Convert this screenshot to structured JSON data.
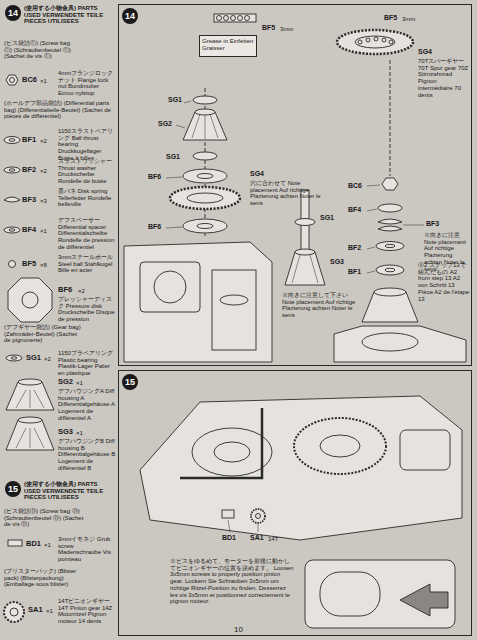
{
  "diagram": {
    "nodes": [
      {
        "text": [
          "14",
          "(使用する小物金具) PARTS USED VERWENDETE TEILE PIECES UTILISEES"
        ]
      },
      {
        "text": [
          "15",
          "(使用する小物金具) PARTS USED VERWENDETE TEILE PIECES UTILISEES"
        ]
      },
      {
        "text": [
          "14"
        ]
      },
      {
        "text": [
          "15"
        ]
      },
      {
        "text": [
          "Grease in Einfetten Graisser"
        ],
        "in": 2
      }
    ],
    "labels": [
      "(ビス袋詰Ⓒ) (Screw bag Ⓒ) (Schraubenbeutel Ⓒ) (Sachet de vis Ⓒ)",
      "BC6",
      "×1",
      "4mmフランジロックナット Flange lock nut Bundmutter Ecrou nylstop",
      "(ホールデフ部品袋詰) (Differential parts bag) (Differentialteile-Beutel) (Sachet de pièces de différentiel)",
      "BF1",
      "×2",
      "1150スラストベアリング Ball thrust bearing Druckkugellager Butée à billes",
      "BF2",
      "×2",
      "スラストワッシャー Thrust washer Druckscheibe Rondelle de butée",
      "BF3",
      "×3",
      "皿バネ Disk spring Tellerfeder Rondelle belleville",
      "BF4",
      "×1",
      "デフスペーサー Differential spacer Differentialscheibe Rondelle de pression de différentiel",
      "BF5",
      "×8",
      "3mmスチールボール Steel ball Stahlkugel Bille en acier",
      "BF6",
      "×2",
      "プレッシャーディスク Pressure disk Druckscheibe Disque de pression",
      "(デフギヤー袋詰) (Gear bag) (Zahnräder-Beutel) (Sachet de pignonerie)",
      "SG1",
      "×2",
      "1150プラベアリング Plastic bearing Plastik-Lager Palier en plastique",
      "SG2",
      "×1",
      "デフハウジングA Diff housing A Differentialgehäuse A Logement de différentiel A",
      "SG3",
      "×1",
      "デフハウジングB Diff housing B Differentialgehäuse B Logement de différentiel B",
      "(ビス袋詰Ⓓ) (Screw bag Ⓓ) (Schraubenbeutel Ⓓ) (Sachet de vis Ⓓ)",
      "BD1",
      "×1",
      "3mmイモネジ Grub screw Madenschraube Vis pointeau",
      "(ブリスターパック) (Blister pack) (Blisterpackung) (Emballage sous blister)",
      "SA1",
      "×1",
      "14Tピニオンギヤー 14T Pinion gear 14Z Motorritzel Pignon moteur 14 dents",
      "BF5",
      "3mm",
      "BF5",
      "3mm",
      "SG4",
      "70Tスパーギヤー 70T Spur gear 70Z Stirnzahnrad Pignon intermédiaire 70 dents",
      "SG1",
      "SG2",
      "SG1",
      "BF6",
      "BF6",
      "SG4",
      "穴に合わせて Note placement Auf richtige Plazierung achten Noter le sens",
      "SG1",
      "SG3",
      "※向きに注意して下さい Note placement Auf richtige Plazierung achten Noter le sens",
      "BC6",
      "BF4",
      "BF3",
      "※向きに注意 Note placement Auf richtige Plazierung achten Noter le sens",
      "BF2",
      "BF1",
      "Ⓐ2 ステップ13で組んだもの A2 from step 13 A2 von Schritt 13 Pièce A2 de l'étape 13",
      "BD1",
      "SA1",
      "14T",
      "※ビスをゆるめて、モーターを前後に動かしてピニオンギヤーの位置を決めます。 Loosen 3x5mm screws to properly position pinion gear. Lockern Sie Schrauben 3x5mm um richtige Ritzel-Position zu finden. Desserrez les vis 3x5mm et positionnez correctement le pignon moteur.",
      "10"
    ]
  }
}
